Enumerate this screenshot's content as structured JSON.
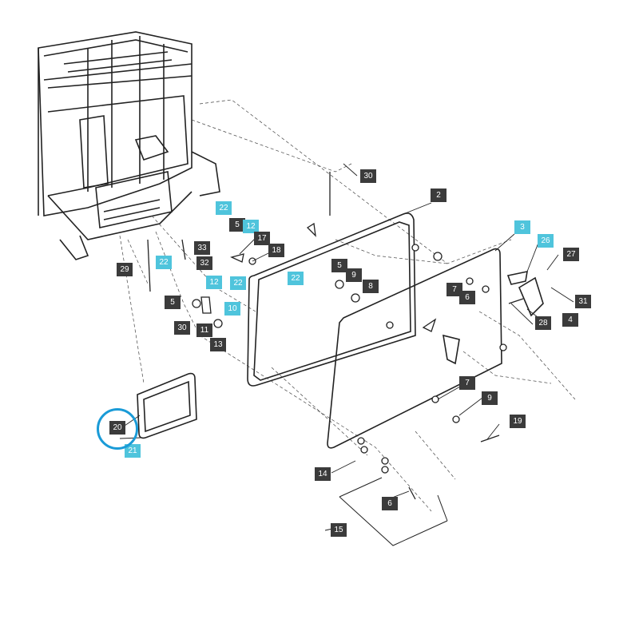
{
  "theme": {
    "dark_label": "#3b3b3b",
    "cyan_label": "#4fc4dc",
    "highlight": "#1a9bd7",
    "line": "#222222"
  },
  "highlighted_part": "20",
  "callouts": [
    {
      "id": "c30a",
      "text": "30",
      "style": "dark"
    },
    {
      "id": "c2",
      "text": "2",
      "style": "dark"
    },
    {
      "id": "c22a",
      "text": "22",
      "style": "cyan"
    },
    {
      "id": "c5a",
      "text": "5",
      "style": "dark"
    },
    {
      "id": "c12a",
      "text": "12",
      "style": "cyan"
    },
    {
      "id": "c17",
      "text": "17",
      "style": "dark"
    },
    {
      "id": "c18",
      "text": "18",
      "style": "dark"
    },
    {
      "id": "c33",
      "text": "33",
      "style": "dark"
    },
    {
      "id": "c32",
      "text": "32",
      "style": "dark"
    },
    {
      "id": "c29",
      "text": "29",
      "style": "dark"
    },
    {
      "id": "c22b",
      "text": "22",
      "style": "cyan"
    },
    {
      "id": "c12b",
      "text": "12",
      "style": "cyan"
    },
    {
      "id": "c22c",
      "text": "22",
      "style": "cyan"
    },
    {
      "id": "c22d",
      "text": "22",
      "style": "cyan"
    },
    {
      "id": "c5b",
      "text": "5",
      "style": "dark"
    },
    {
      "id": "c9a",
      "text": "9",
      "style": "dark"
    },
    {
      "id": "c8",
      "text": "8",
      "style": "dark"
    },
    {
      "id": "c5c",
      "text": "5",
      "style": "dark"
    },
    {
      "id": "c10",
      "text": "10",
      "style": "cyan"
    },
    {
      "id": "c30b",
      "text": "30",
      "style": "dark"
    },
    {
      "id": "c11",
      "text": "11",
      "style": "dark"
    },
    {
      "id": "c13",
      "text": "13",
      "style": "dark"
    },
    {
      "id": "c3",
      "text": "3",
      "style": "cyan"
    },
    {
      "id": "c26",
      "text": "26",
      "style": "cyan"
    },
    {
      "id": "c27",
      "text": "27",
      "style": "dark"
    },
    {
      "id": "c7a",
      "text": "7",
      "style": "dark"
    },
    {
      "id": "c6a",
      "text": "6",
      "style": "dark"
    },
    {
      "id": "c31",
      "text": "31",
      "style": "dark"
    },
    {
      "id": "c28",
      "text": "28",
      "style": "dark"
    },
    {
      "id": "c4",
      "text": "4",
      "style": "dark"
    },
    {
      "id": "c7b",
      "text": "7",
      "style": "dark"
    },
    {
      "id": "c9b",
      "text": "9",
      "style": "dark"
    },
    {
      "id": "c19",
      "text": "19",
      "style": "dark"
    },
    {
      "id": "c20",
      "text": "20",
      "style": "dark"
    },
    {
      "id": "c21",
      "text": "21",
      "style": "cyan"
    },
    {
      "id": "c14",
      "text": "14",
      "style": "dark"
    },
    {
      "id": "c6b",
      "text": "6",
      "style": "dark"
    },
    {
      "id": "c15",
      "text": "15",
      "style": "dark"
    }
  ]
}
